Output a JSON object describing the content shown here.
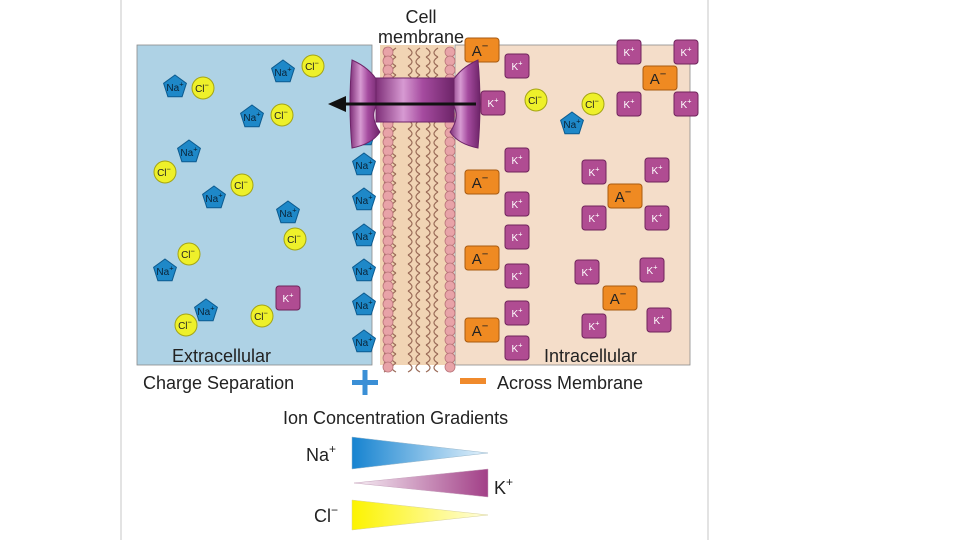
{
  "header": {
    "line1": "Cell",
    "line2": "membrane"
  },
  "regions": {
    "extracellular": "Extracellular",
    "intracellular": "Intracellular"
  },
  "legend": {
    "charge_separation": "Charge Separation",
    "plus_sign": "+",
    "minus_sign": "−",
    "across_membrane": "Across Membrane"
  },
  "gradients": {
    "title": "Ion Concentration Gradients",
    "na": {
      "label": "Na",
      "sup": "+"
    },
    "k": {
      "label": "K",
      "sup": "+"
    },
    "cl": {
      "label": "Cl",
      "sup": "−"
    }
  },
  "ions": {
    "sodium": "Na",
    "chloride": "Cl",
    "potassium": "K",
    "anion": "A",
    "plus": "+",
    "minus": "−"
  },
  "colors": {
    "extracellular_bg": "#aed2e5",
    "intracellular_bg": "#f4ddc9",
    "sodium": "#1e88c8",
    "chloride": "#eef02a",
    "potassium": "#b04c92",
    "anion": "#ef8a22",
    "channel": "#a54b9f",
    "plus_marker": "#3a8fd6",
    "minus_marker": "#f08a2c"
  }
}
